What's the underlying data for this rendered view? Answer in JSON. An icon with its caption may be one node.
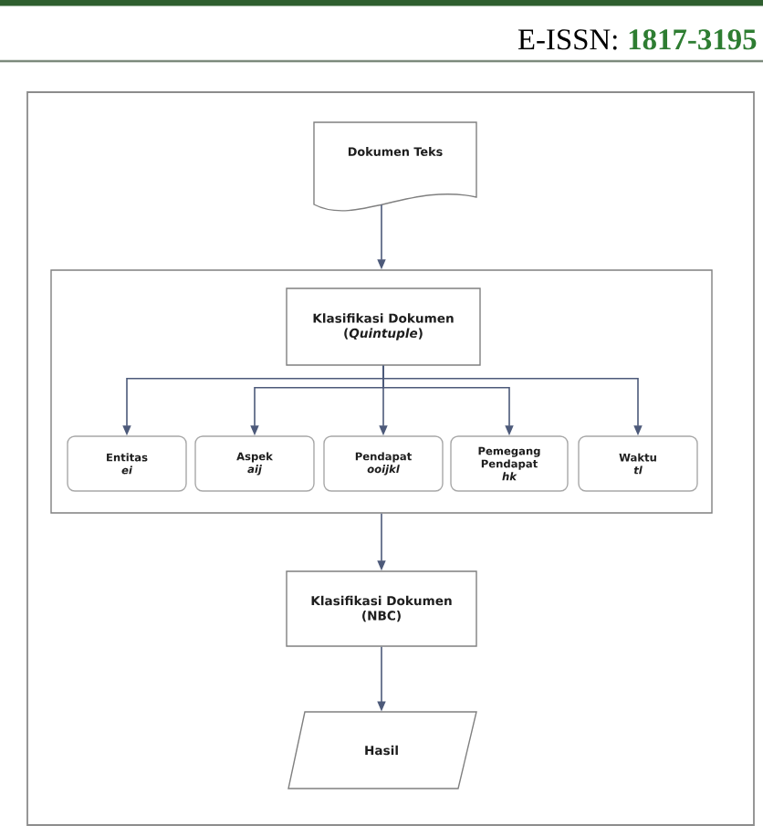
{
  "diagram": {
    "nodes": [
      {
        "text": [
          "Dokumen Teks"
        ]
      },
      {
        "text": [],
        "shape": "box"
      },
      {
        "text": [
          "Klasifikasi Dokumen (*Quintuple*)"
        ],
        "in": 1
      },
      {
        "text": [
          "Entitas",
          "ei"
        ],
        "in": 1
      },
      {
        "text": [
          "Aspek",
          "aij"
        ],
        "in": 1
      },
      {
        "text": [
          "Pendapat",
          "ooijkl"
        ],
        "in": 1
      },
      {
        "text": [
          "Pemegang Pendapat",
          "hk"
        ],
        "in": 1
      },
      {
        "text": [
          "Waktu",
          "tl"
        ],
        "in": 1
      },
      {
        "text": [
          "Klasifikasi Dokumen (NBC)"
        ]
      },
      {
        "text": [
          "Hasil"
        ]
      }
    ],
    "edges": [
      {
        "from": 0,
        "to": 1,
        "arrow": "to"
      },
      {
        "from": 2,
        "to": 3,
        "arrow": "to"
      },
      {
        "from": 2,
        "to": 4,
        "arrow": "to"
      },
      {
        "from": 2,
        "to": 5,
        "arrow": "to"
      },
      {
        "from": 2,
        "to": 6,
        "arrow": "to"
      },
      {
        "from": 2,
        "to": 7,
        "arrow": "to"
      },
      {
        "from": 1,
        "to": 8,
        "arrow": "to"
      },
      {
        "from": 8,
        "to": 9,
        "arrow": "to"
      }
    ],
    "labels": [
      "E-ISSN:",
      "1817-3195"
    ]
  }
}
